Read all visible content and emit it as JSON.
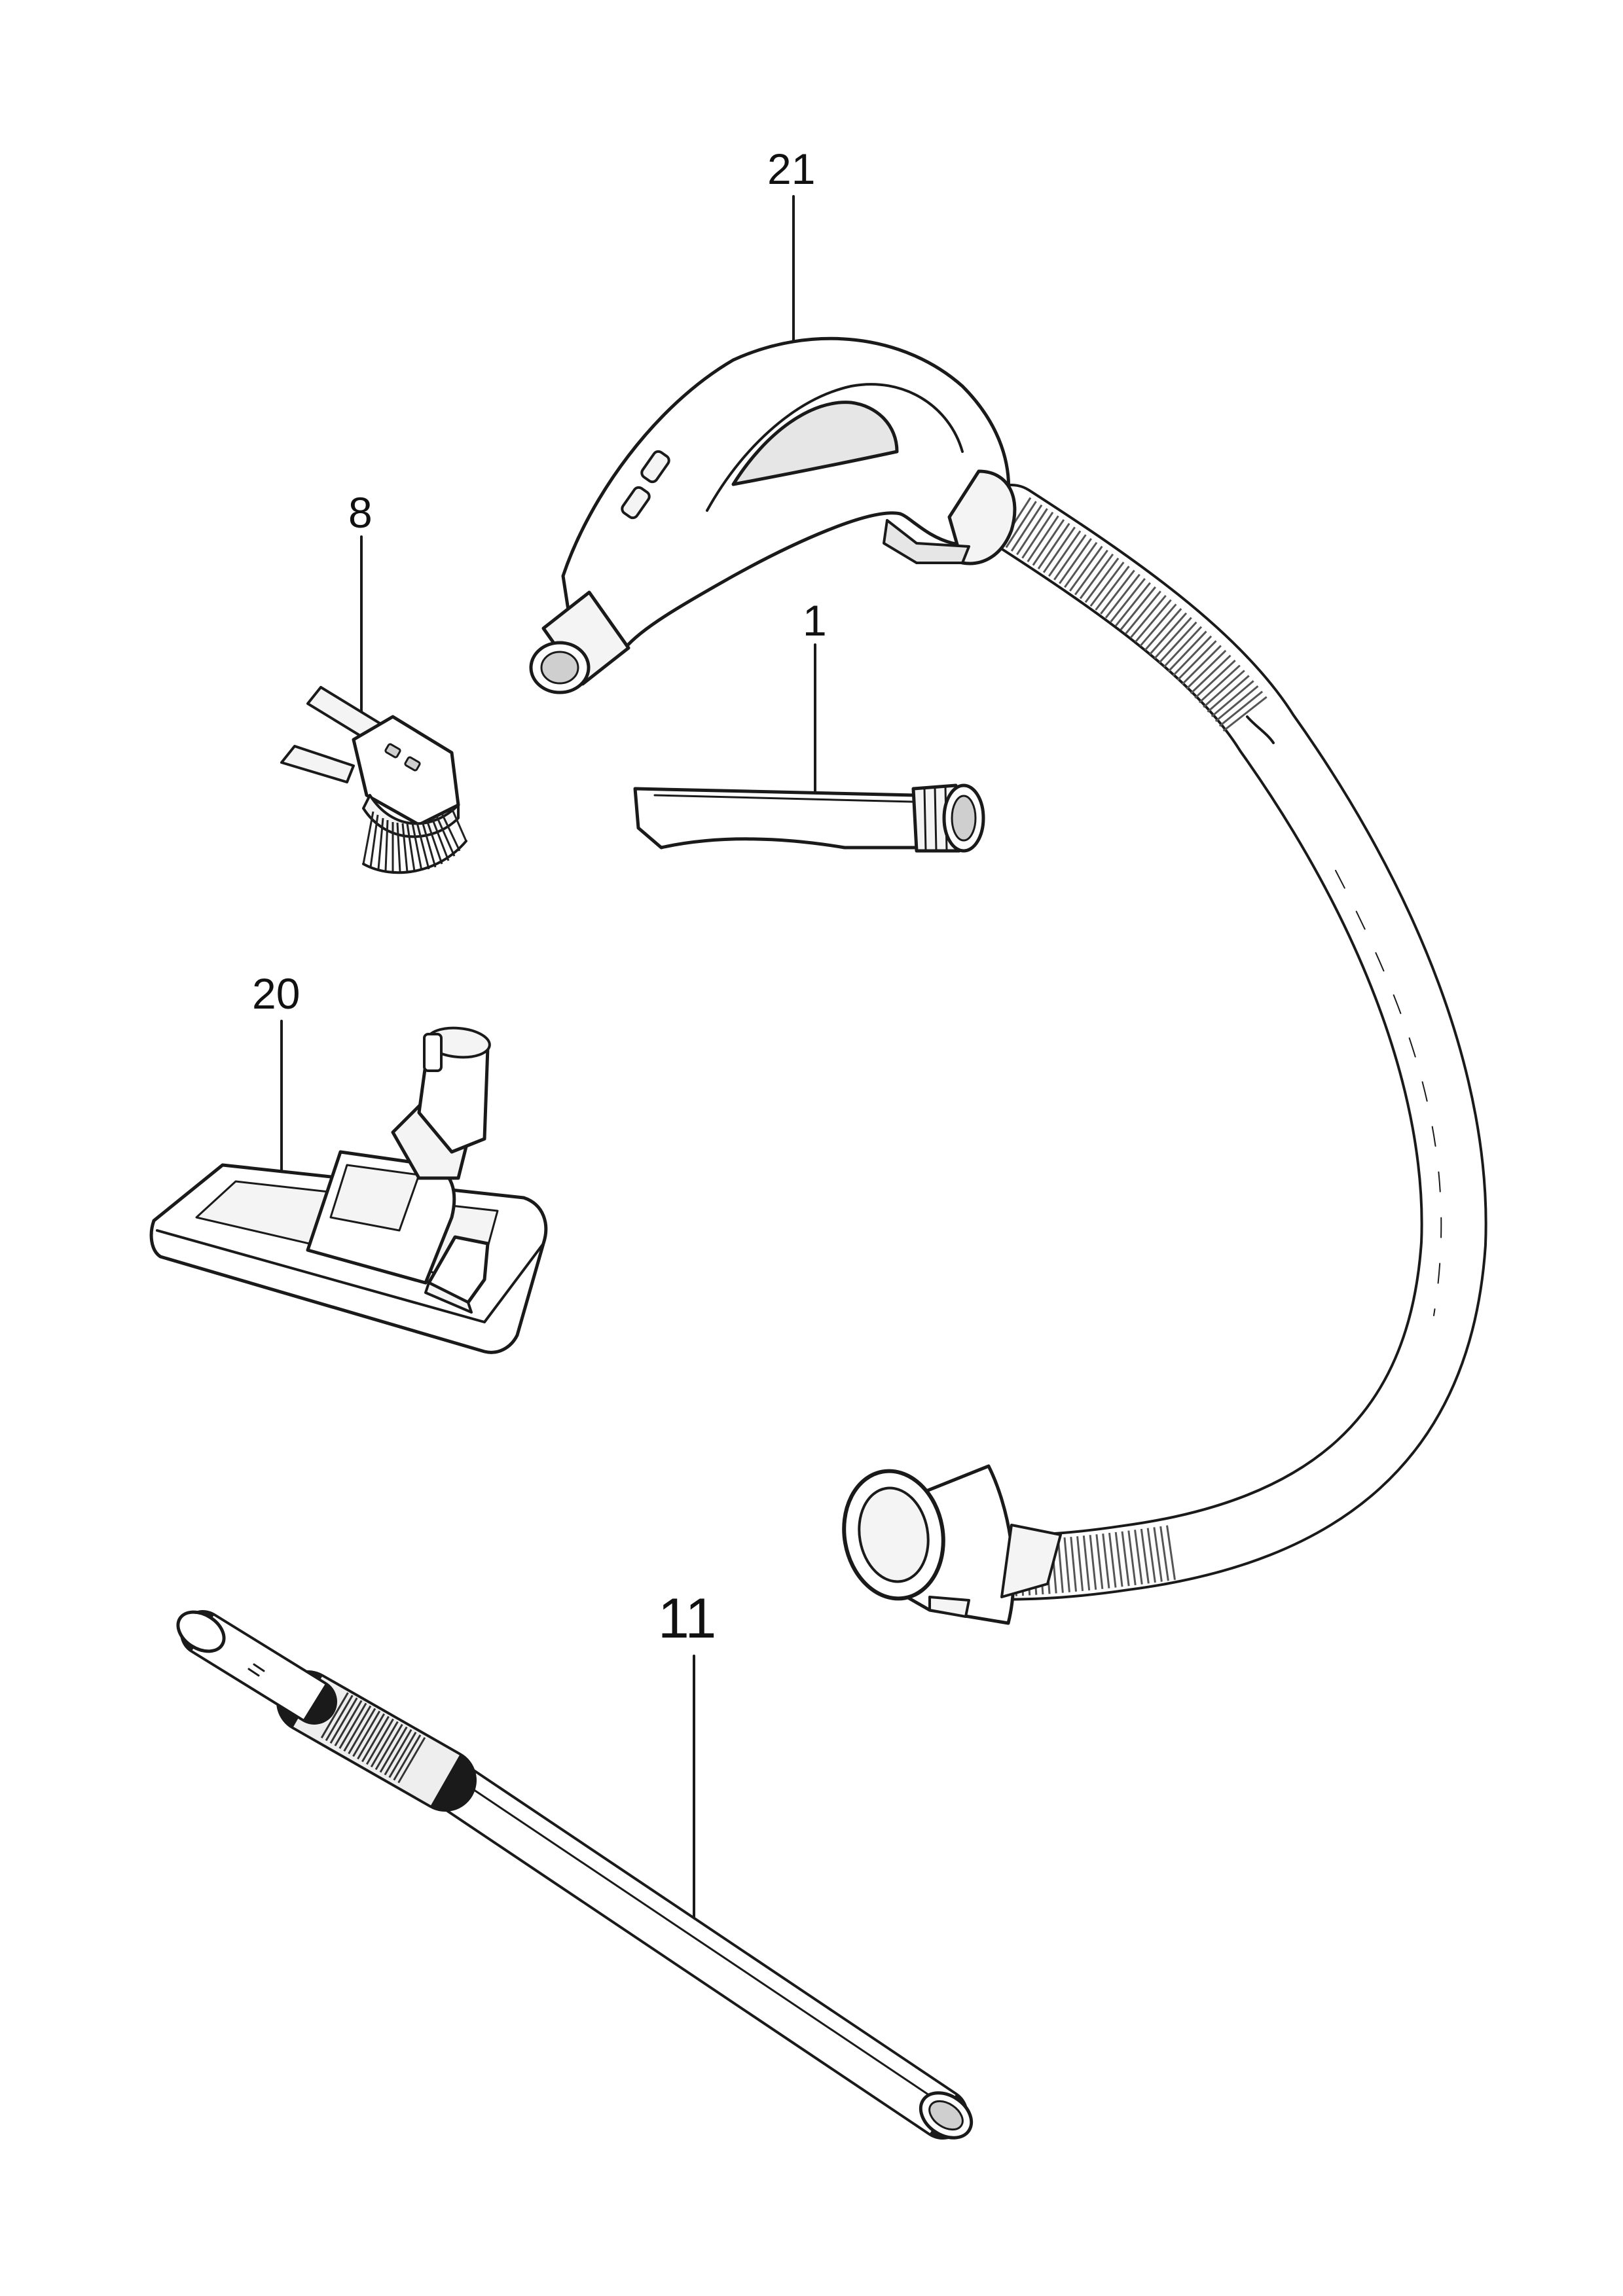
{
  "callouts": {
    "hose_handle": "21",
    "dusting_brush": "8",
    "crevice_tool": "1",
    "floor_nozzle": "20",
    "telescopic_tube": "11"
  }
}
